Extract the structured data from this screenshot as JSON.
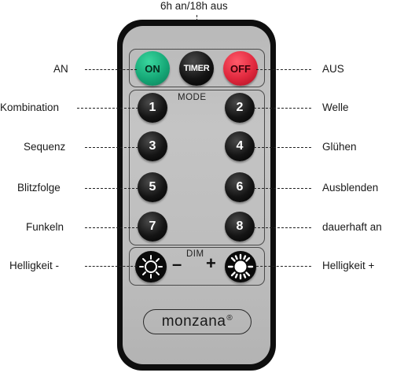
{
  "labels": {
    "top": "6h an/18h aus",
    "on_left": "AN",
    "off_right": "AUS",
    "b1": "Kombination",
    "b2": "Welle",
    "b3": "Sequenz",
    "b4": "Glühen",
    "b5": "Blitzfolge",
    "b6": "Ausblenden",
    "b7": "Funkeln",
    "b8": "dauerhaft an",
    "dim_minus": "Helligkeit -",
    "dim_plus": "Helligkeit +"
  },
  "remote": {
    "on_button": "ON",
    "timer_button": "TIMER",
    "off_button": "OFF",
    "mode_title": "MODE",
    "dim_title": "DIM",
    "minus_sign": "–",
    "plus_sign": "+",
    "buttons": [
      "1",
      "2",
      "3",
      "4",
      "5",
      "6",
      "7",
      "8"
    ],
    "brand": "monzana",
    "brand_reg": "®"
  },
  "colors": {
    "on": "#16a877",
    "off": "#e0283d",
    "body": "#0e0e0e",
    "face": "#bdbdbd"
  },
  "icons": [
    "sun-dim-icon",
    "sun-bright-icon"
  ]
}
